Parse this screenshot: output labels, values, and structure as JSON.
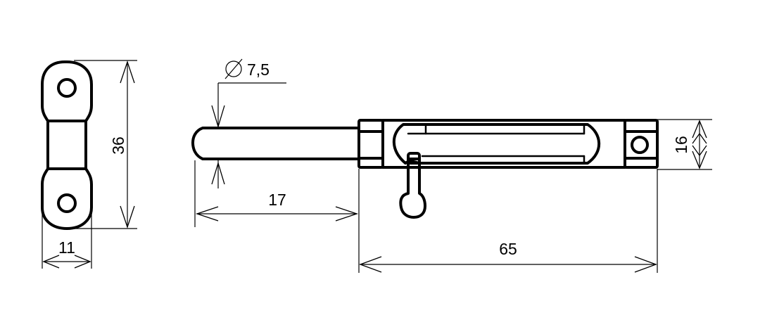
{
  "dimensions": {
    "height_36": "36",
    "width_11": "11",
    "diameter": "7,5",
    "length_17": "17",
    "length_65": "65",
    "height_16": "16"
  },
  "colors": {
    "line": "#000000",
    "background": "#ffffff"
  }
}
